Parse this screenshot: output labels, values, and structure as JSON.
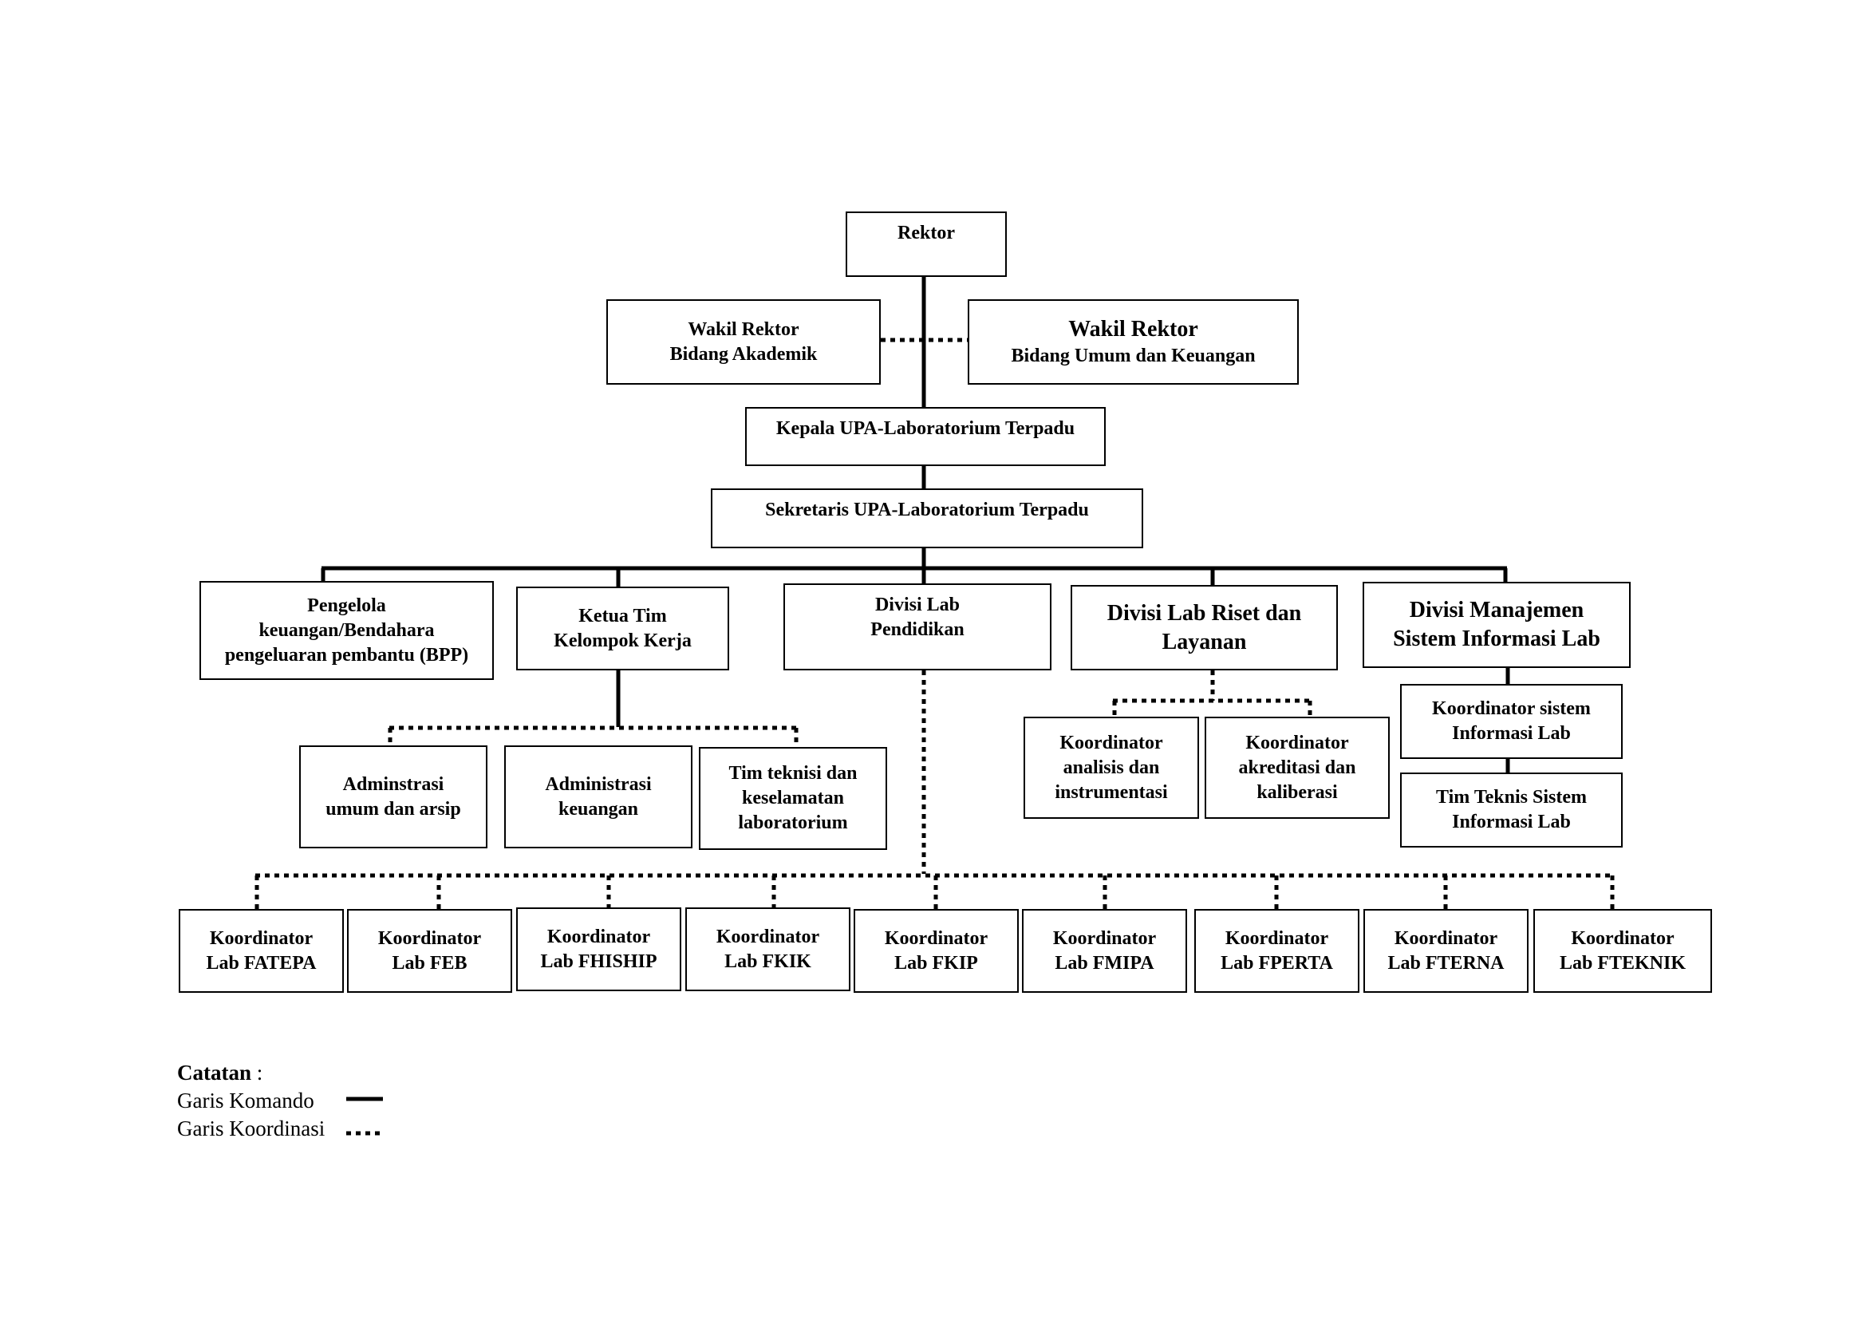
{
  "org": {
    "rektor": "Rektor",
    "wr_akademik": [
      "Wakil Rektor",
      "Bidang Akademik"
    ],
    "wr_umum": [
      "Wakil Rektor",
      "Bidang Umum dan Keuangan"
    ],
    "kepala": "Kepala UPA-Laboratorium Terpadu",
    "sekretaris": "Sekretaris UPA-Laboratorium Terpadu",
    "bpp": [
      "Pengelola",
      "keuangan/Bendahara",
      "pengeluaran pembantu (BPP)"
    ],
    "ketua_tim": [
      "Ketua Tim",
      "Kelompok Kerja"
    ],
    "divisi_pendidikan": [
      "Divisi Lab",
      "Pendidikan"
    ],
    "divisi_riset": [
      "Divisi Lab Riset dan",
      "Layanan"
    ],
    "divisi_manajemen": [
      "Divisi Manajemen",
      "Sistem Informasi Lab"
    ],
    "adm_umum": [
      "Adminstrasi",
      "umum dan arsip"
    ],
    "adm_keuangan": [
      "Administrasi",
      "keuangan"
    ],
    "tim_teknisi": [
      "Tim teknisi dan",
      "keselamatan",
      "laboratorium"
    ],
    "koord_analisis": [
      "Koordinator",
      "analisis dan",
      "instrumentasi"
    ],
    "koord_akreditasi": [
      "Koordinator",
      "akreditasi dan",
      "kaliberasi"
    ],
    "koord_sistem": [
      "Koordinator sistem",
      "Informasi Lab"
    ],
    "tim_teknis_sistem": [
      "Tim Teknis Sistem",
      "Informasi Lab"
    ],
    "faculty_coordinators": [
      [
        "Koordinator",
        "Lab FATEPA"
      ],
      [
        "Koordinator",
        "Lab FEB"
      ],
      [
        "Koordinator",
        "Lab FHISHIP"
      ],
      [
        "Koordinator",
        "Lab FKIK"
      ],
      [
        "Koordinator",
        "Lab FKIP"
      ],
      [
        "Koordinator",
        "Lab FMIPA"
      ],
      [
        "Koordinator",
        "Lab FPERTA"
      ],
      [
        "Koordinator",
        "Lab FTERNA"
      ],
      [
        "Koordinator",
        "Lab FTEKNIK"
      ]
    ]
  },
  "legend": {
    "title": "Catatan",
    "colon": " :",
    "komando": "Garis Komando",
    "koordinasi": "Garis Koordinasi"
  }
}
